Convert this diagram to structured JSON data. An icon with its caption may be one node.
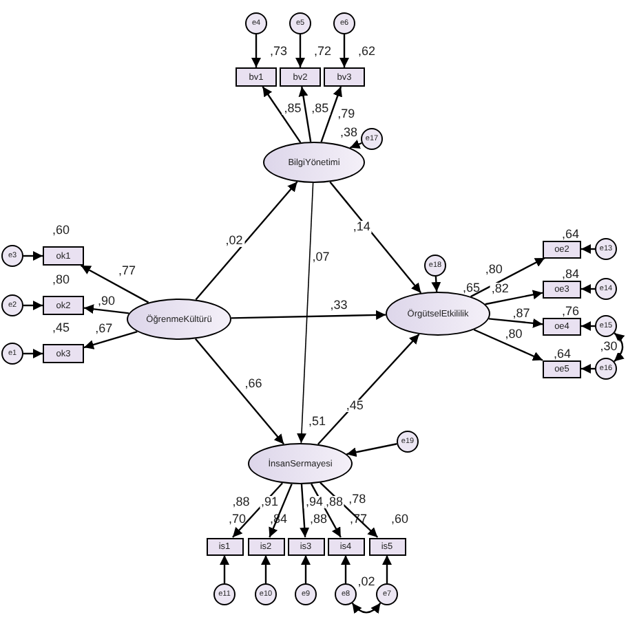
{
  "diagram": {
    "nodes": [
      {
        "text": [
          "e4"
        ]
      },
      {
        "text": [
          "e5"
        ]
      },
      {
        "text": [
          "e6"
        ]
      },
      {
        "text": [
          "bv1"
        ],
        "beside": [
          ",73"
        ]
      },
      {
        "text": [
          "bv2"
        ],
        "beside": [
          ",72"
        ]
      },
      {
        "text": [
          "bv3"
        ],
        "beside": [
          ",62"
        ]
      },
      {
        "text": [
          "BilgiYönetimi"
        ],
        "beside": [
          ",38"
        ]
      },
      {
        "text": [
          "e17"
        ]
      },
      {
        "text": [
          "e3"
        ]
      },
      {
        "text": [
          "e2"
        ]
      },
      {
        "text": [
          "e1"
        ]
      },
      {
        "text": [
          "ok1"
        ],
        "beside": [
          ",60"
        ]
      },
      {
        "text": [
          "ok2"
        ],
        "beside": [
          ",80"
        ]
      },
      {
        "text": [
          "ok3"
        ],
        "beside": [
          ",45"
        ]
      },
      {
        "text": [
          "ÖğrenmeKültürü"
        ]
      },
      {
        "text": [
          "e18"
        ]
      },
      {
        "text": [
          "ÖrgütselEtkililik"
        ],
        "beside": [
          ",65"
        ]
      },
      {
        "text": [
          "oe2"
        ],
        "beside": [
          ",64"
        ]
      },
      {
        "text": [
          "oe3"
        ],
        "beside": [
          ",84"
        ]
      },
      {
        "text": [
          "oe4"
        ],
        "beside": [
          ",76"
        ]
      },
      {
        "text": [
          "oe5"
        ],
        "beside": [
          ",64"
        ]
      },
      {
        "text": [
          "e13"
        ]
      },
      {
        "text": [
          "e14"
        ]
      },
      {
        "text": [
          "e15"
        ]
      },
      {
        "text": [
          "e16"
        ]
      },
      {
        "text": [
          "e19"
        ]
      },
      {
        "text": [
          "İnsanSermayesi"
        ],
        "beside": [
          ",51"
        ]
      },
      {
        "text": [
          "is1"
        ],
        "beside": [
          ",70"
        ]
      },
      {
        "text": [
          "is2"
        ],
        "beside": [
          ",84"
        ]
      },
      {
        "text": [
          "is3"
        ],
        "beside": [
          ",88"
        ]
      },
      {
        "text": [
          "is4"
        ],
        "beside": [
          ",77"
        ]
      },
      {
        "text": [
          "is5"
        ],
        "beside": [
          ",60"
        ]
      },
      {
        "text": [
          "e11"
        ]
      },
      {
        "text": [
          "e10"
        ]
      },
      {
        "text": [
          "e9"
        ]
      },
      {
        "text": [
          "e8"
        ]
      },
      {
        "text": [
          "e7"
        ]
      }
    ],
    "edges": [
      {
        "from": 0,
        "to": 3,
        "arrow": "to"
      },
      {
        "from": 1,
        "to": 4,
        "arrow": "to"
      },
      {
        "from": 2,
        "to": 5,
        "arrow": "to"
      },
      {
        "from": 6,
        "to": 3,
        "arrow": "to",
        "label": ",85"
      },
      {
        "from": 6,
        "to": 4,
        "arrow": "to",
        "label": ",85"
      },
      {
        "from": 6,
        "to": 5,
        "arrow": "to",
        "label": ",79"
      },
      {
        "from": 7,
        "to": 6,
        "arrow": "to"
      },
      {
        "from": 8,
        "to": 11,
        "arrow": "to"
      },
      {
        "from": 9,
        "to": 12,
        "arrow": "to"
      },
      {
        "from": 10,
        "to": 13,
        "arrow": "to"
      },
      {
        "from": 14,
        "to": 11,
        "arrow": "to",
        "label": ",77"
      },
      {
        "from": 14,
        "to": 12,
        "arrow": "to",
        "label": ",90"
      },
      {
        "from": 14,
        "to": 13,
        "arrow": "to",
        "label": ",67"
      },
      {
        "from": 14,
        "to": 6,
        "arrow": "to",
        "label": ",02"
      },
      {
        "from": 14,
        "to": 16,
        "arrow": "to",
        "label": ",33"
      },
      {
        "from": 14,
        "to": 26,
        "arrow": "to",
        "label": ",66"
      },
      {
        "from": 6,
        "to": 26,
        "arrow": "to",
        "label": ",07"
      },
      {
        "from": 6,
        "to": 16,
        "arrow": "to",
        "label": ",14"
      },
      {
        "from": 26,
        "to": 16,
        "arrow": "to",
        "label": ",45"
      },
      {
        "from": 15,
        "to": 16,
        "arrow": "to"
      },
      {
        "from": 16,
        "to": 17,
        "arrow": "to",
        "label": ",80"
      },
      {
        "from": 16,
        "to": 18,
        "arrow": "to",
        "label": ",82"
      },
      {
        "from": 16,
        "to": 19,
        "arrow": "to",
        "label": ",87"
      },
      {
        "from": 16,
        "to": 20,
        "arrow": "to",
        "label": ",80"
      },
      {
        "from": 21,
        "to": 17,
        "arrow": "to"
      },
      {
        "from": 22,
        "to": 18,
        "arrow": "to"
      },
      {
        "from": 23,
        "to": 19,
        "arrow": "to"
      },
      {
        "from": 24,
        "to": 20,
        "arrow": "to"
      },
      {
        "from": 23,
        "to": 24,
        "arrow": "both",
        "label": ",30"
      },
      {
        "from": 25,
        "to": 26,
        "arrow": "to"
      },
      {
        "from": 26,
        "to": 27,
        "arrow": "to",
        "label": ",88"
      },
      {
        "from": 26,
        "to": 28,
        "arrow": "to",
        "label": ",91"
      },
      {
        "from": 26,
        "to": 29,
        "arrow": "to",
        "label": ",94"
      },
      {
        "from": 26,
        "to": 30,
        "arrow": "to",
        "label": ",88"
      },
      {
        "from": 26,
        "to": 31,
        "arrow": "to",
        "label": ",78"
      },
      {
        "from": 32,
        "to": 27,
        "arrow": "to"
      },
      {
        "from": 33,
        "to": 28,
        "arrow": "to"
      },
      {
        "from": 34,
        "to": 29,
        "arrow": "to"
      },
      {
        "from": 35,
        "to": 30,
        "arrow": "to"
      },
      {
        "from": 36,
        "to": 31,
        "arrow": "to"
      },
      {
        "from": 35,
        "to": 36,
        "arrow": "both",
        "label": ",02"
      }
    ]
  }
}
